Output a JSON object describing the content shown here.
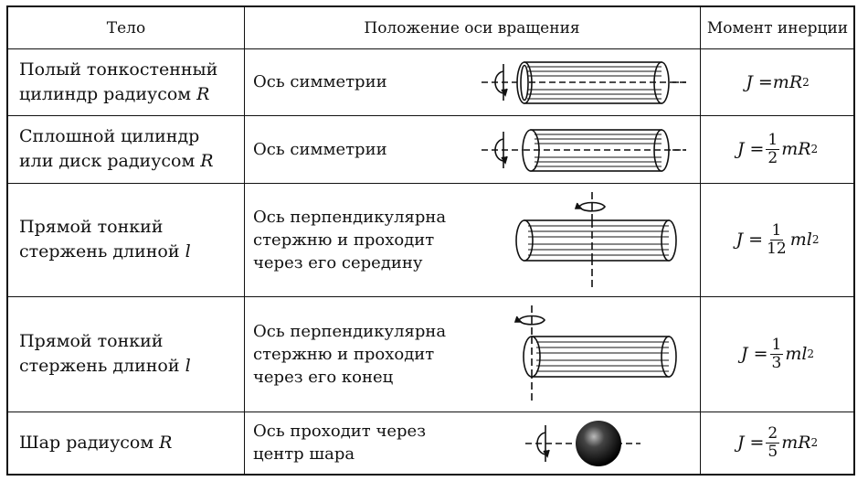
{
  "header": {
    "col1": "Тело",
    "col2": "Положение оси вращения",
    "col3": "Момент инерции"
  },
  "rows": [
    {
      "body_line1": "Полый тонкостенный",
      "body_line2": "цилиндр радиусом",
      "body_var": "R",
      "axis_lines": [
        "Ось симметрии"
      ],
      "figure": "hollow-cylinder-symmetry-axis",
      "formula": {
        "lhs": "J = ",
        "rhs": "mR",
        "exp": "2"
      }
    },
    {
      "body_line1": "Сплошной цилиндр",
      "body_line2": "или диск радиусом",
      "body_var": "R",
      "axis_lines": [
        "Ось симметрии"
      ],
      "figure": "solid-cylinder-symmetry-axis",
      "formula": {
        "lhs": "J = ",
        "num": "1",
        "den": "2",
        "rhs": "mR",
        "exp": "2"
      }
    },
    {
      "body_line1": "Прямой тонкий",
      "body_line2": "стержень длиной",
      "body_var": "l",
      "axis_lines": [
        "Ось перпендикулярна",
        "стержню и проходит",
        "через его середину"
      ],
      "figure": "rod-axis-through-middle",
      "formula": {
        "lhs": "J = ",
        "num": "1",
        "den": "12",
        "rhs": "ml",
        "exp": "2"
      }
    },
    {
      "body_line1": "Прямой тонкий",
      "body_line2": "стержень длиной",
      "body_var": "l",
      "axis_lines": [
        "Ось перпендикулярна",
        "стержню и проходит",
        "через его конец"
      ],
      "figure": "rod-axis-through-end",
      "formula": {
        "lhs": "J = ",
        "num": "1",
        "den": "3",
        "rhs": "ml",
        "exp": "2"
      }
    },
    {
      "body_line1": "Шар радиусом",
      "body_line2": "",
      "body_var": "R",
      "axis_lines": [
        "Ось проходит через",
        "центр шара"
      ],
      "figure": "sphere-axis-through-center",
      "formula": {
        "lhs": "J = ",
        "num": "2",
        "den": "5",
        "rhs": "mR",
        "exp": "2"
      }
    }
  ]
}
